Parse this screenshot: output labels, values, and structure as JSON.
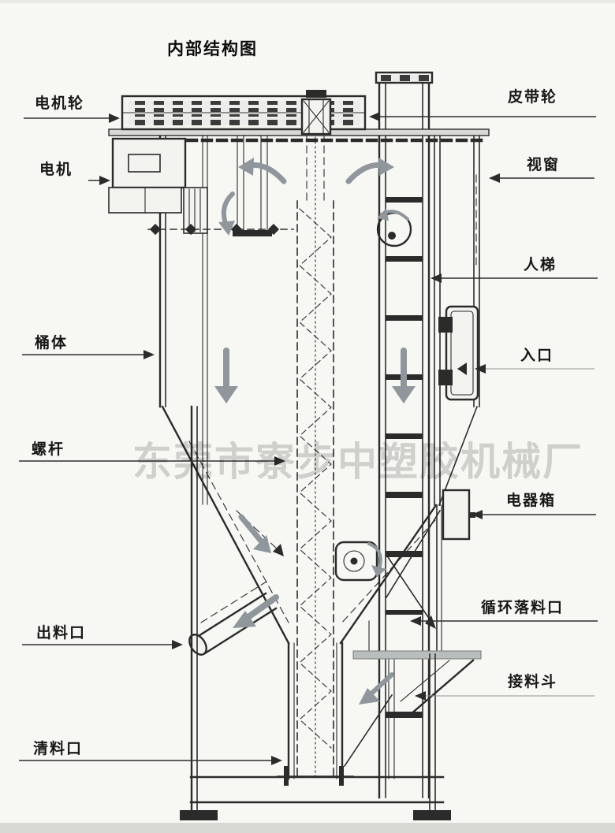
{
  "title": "内部结构图",
  "watermark": "东莞市寮步中塑胶机械厂",
  "labels": {
    "left": [
      {
        "id": "motor-pulley",
        "label": "电机轮"
      },
      {
        "id": "motor",
        "label": "电机"
      },
      {
        "id": "barrel-body",
        "label": "桶体"
      },
      {
        "id": "screw",
        "label": "螺杆"
      },
      {
        "id": "discharge-port",
        "label": "出料口"
      },
      {
        "id": "cleanout-port",
        "label": "清料口"
      }
    ],
    "right": [
      {
        "id": "belt-pulley",
        "label": "皮带轮"
      },
      {
        "id": "viewing-window",
        "label": "视窗"
      },
      {
        "id": "ladder",
        "label": "人梯"
      },
      {
        "id": "inlet",
        "label": "入口"
      },
      {
        "id": "electric-box",
        "label": "电器箱"
      },
      {
        "id": "circulation-drop-port",
        "label": "循环落料口"
      },
      {
        "id": "receiving-hopper",
        "label": "接料斗"
      }
    ]
  },
  "colors": {
    "background": "#f7f7f4",
    "line": "#2b2b2b",
    "flow_arrow": "#8f979c",
    "watermark": "#b5b5b2"
  }
}
